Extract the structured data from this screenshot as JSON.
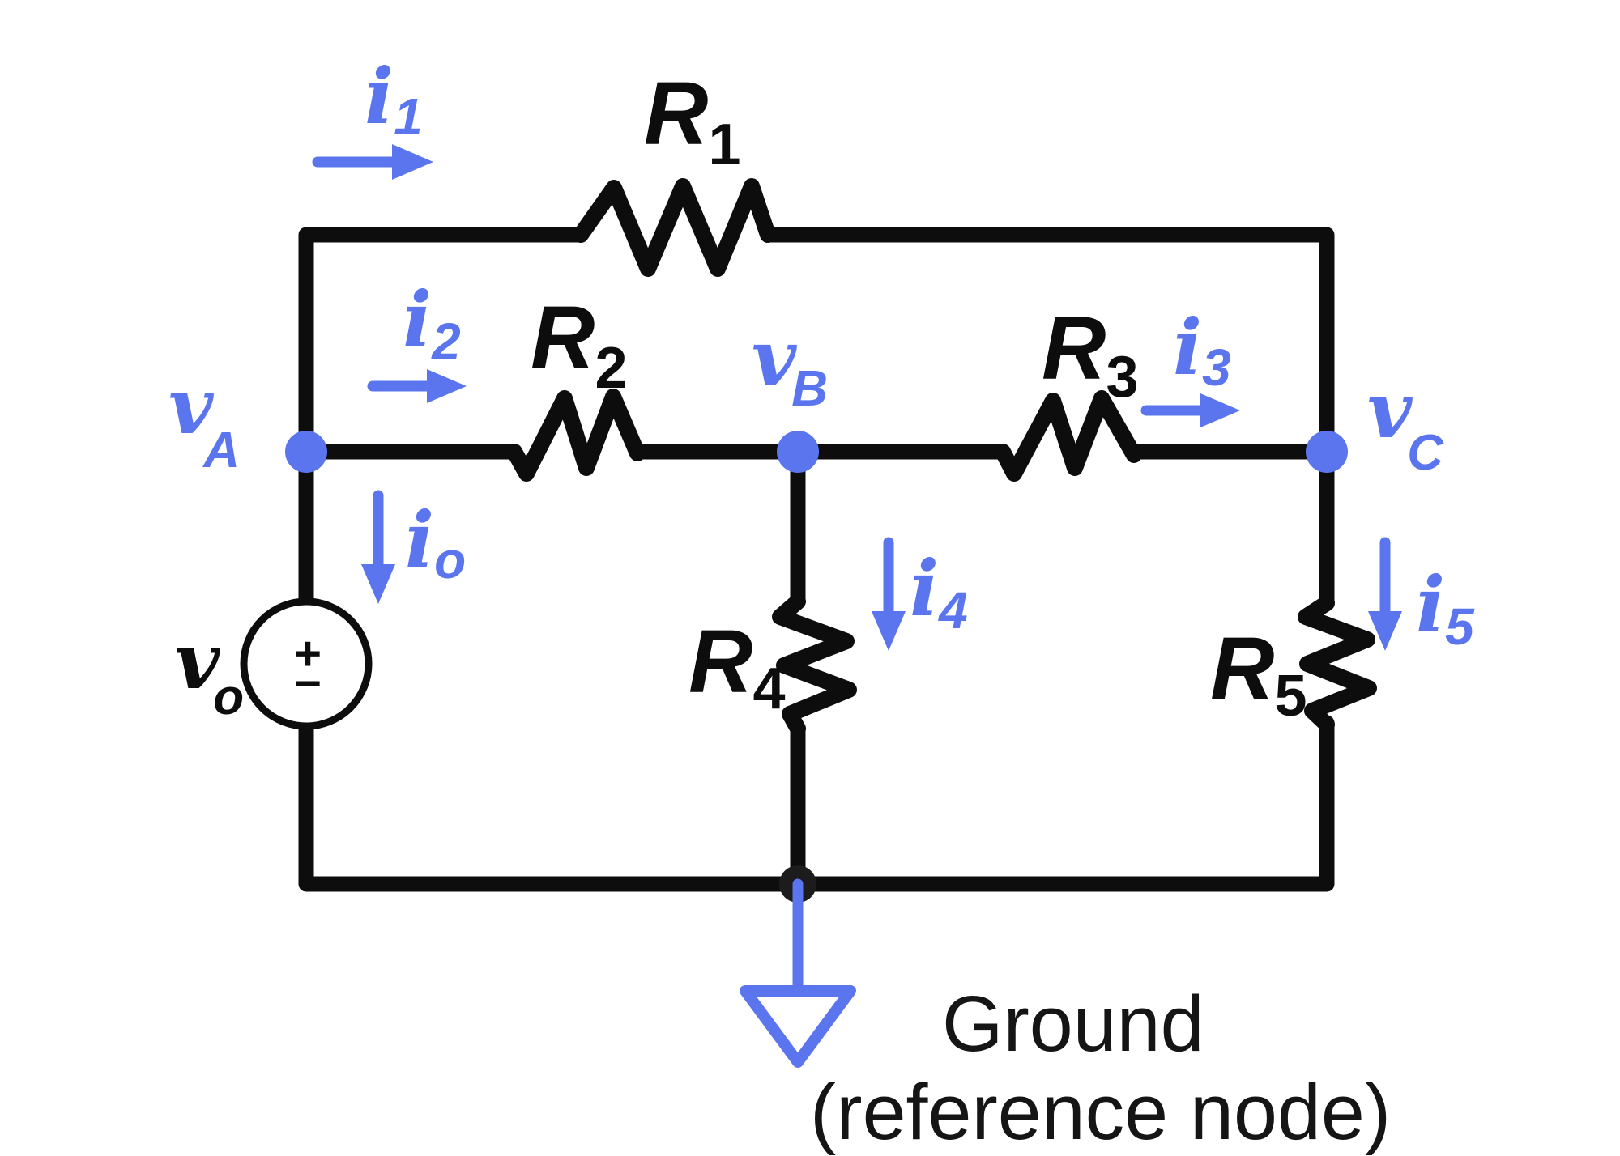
{
  "colors": {
    "accent_blue": "#5b75ee",
    "wire_black": "#0d0d0d",
    "background": "#ffffff"
  },
  "resistors": {
    "r1": {
      "name": "R",
      "sub": "1"
    },
    "r2": {
      "name": "R",
      "sub": "2"
    },
    "r3": {
      "name": "R",
      "sub": "3"
    },
    "r4": {
      "name": "R",
      "sub": "4"
    },
    "r5": {
      "name": "R",
      "sub": "5"
    }
  },
  "source": {
    "label": {
      "name": "v",
      "sub": "o"
    },
    "plus": "+",
    "minus": "−"
  },
  "nodes": {
    "va": {
      "name": "v",
      "sub": "A"
    },
    "vb": {
      "name": "v",
      "sub": "B"
    },
    "vc": {
      "name": "v",
      "sub": "C"
    }
  },
  "currents": {
    "i1": {
      "name": "i",
      "sub": "1"
    },
    "i2": {
      "name": "i",
      "sub": "2"
    },
    "i3": {
      "name": "i",
      "sub": "3"
    },
    "i0": {
      "name": "i",
      "sub": "o"
    },
    "i4": {
      "name": "i",
      "sub": "4"
    },
    "i5": {
      "name": "i",
      "sub": "5"
    }
  },
  "ground": {
    "label_line1": "Ground",
    "label_line2": "(reference node)"
  }
}
